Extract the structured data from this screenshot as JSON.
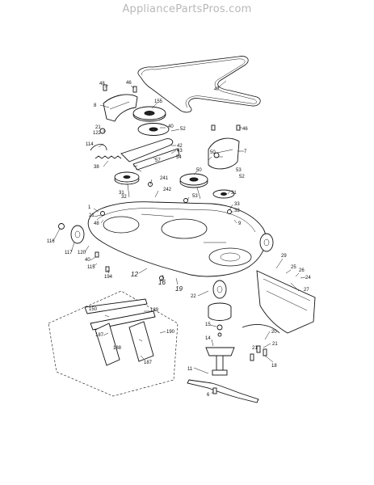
{
  "watermark": "AppliancePartsPros.com",
  "labels": [
    "48",
    "46",
    "47",
    "8",
    "155",
    "40",
    "52",
    "46",
    "7",
    "21",
    "122",
    "114",
    "42",
    "43",
    "54",
    "50",
    "53",
    "57",
    "38",
    "32",
    "52",
    "31",
    "241",
    "50",
    "242",
    "53",
    "31",
    "32",
    "1",
    "33",
    "21",
    "9",
    "48",
    "116",
    "117",
    "120",
    "40",
    "115",
    "194",
    "12",
    "16",
    "19",
    "29",
    "25",
    "26",
    "24",
    "27",
    "22",
    "150",
    "189",
    "187",
    "188",
    "190",
    "187",
    "15",
    "14",
    "20",
    "21",
    "18",
    "11",
    "6",
    "21"
  ]
}
